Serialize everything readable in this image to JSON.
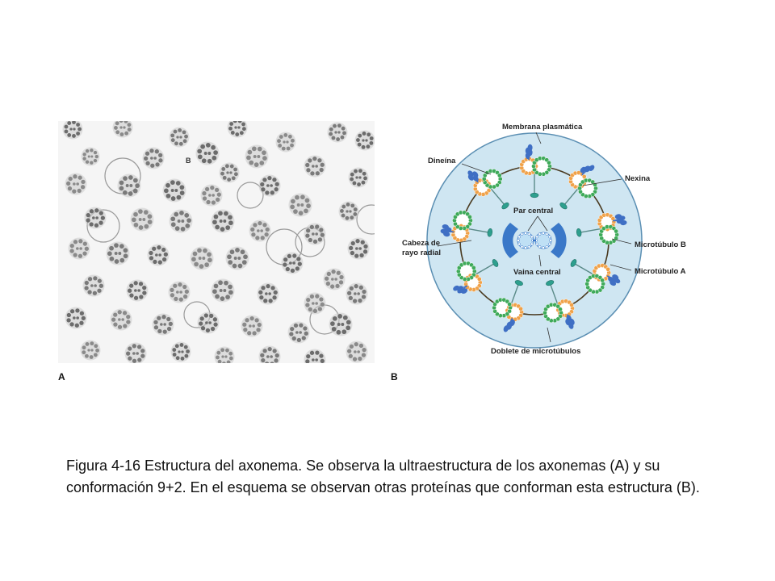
{
  "panel_a": {
    "label": "A",
    "inset_label": "B",
    "cross_sections": [
      [
        18,
        10,
        11
      ],
      [
        80,
        8,
        11
      ],
      [
        150,
        20,
        11
      ],
      [
        222,
        8,
        11
      ],
      [
        282,
        26,
        11
      ],
      [
        346,
        14,
        11
      ],
      [
        380,
        24,
        11
      ],
      [
        40,
        44,
        10
      ],
      [
        118,
        46,
        12
      ],
      [
        185,
        40,
        13
      ],
      [
        246,
        44,
        13
      ],
      [
        318,
        56,
        12
      ],
      [
        372,
        70,
        11
      ],
      [
        22,
        78,
        12
      ],
      [
        88,
        80,
        13
      ],
      [
        144,
        86,
        13
      ],
      [
        190,
        92,
        12
      ],
      [
        212,
        64,
        11
      ],
      [
        262,
        80,
        12
      ],
      [
        300,
        104,
        13
      ],
      [
        360,
        112,
        11
      ],
      [
        46,
        120,
        12
      ],
      [
        104,
        122,
        13
      ],
      [
        152,
        124,
        13
      ],
      [
        204,
        124,
        13
      ],
      [
        250,
        136,
        12
      ],
      [
        318,
        140,
        12
      ],
      [
        372,
        158,
        12
      ],
      [
        26,
        158,
        12
      ],
      [
        74,
        164,
        13
      ],
      [
        124,
        166,
        12
      ],
      [
        178,
        170,
        13
      ],
      [
        222,
        170,
        13
      ],
      [
        290,
        176,
        12
      ],
      [
        342,
        196,
        12
      ],
      [
        44,
        204,
        12
      ],
      [
        98,
        210,
        12
      ],
      [
        150,
        212,
        12
      ],
      [
        204,
        210,
        13
      ],
      [
        260,
        214,
        12
      ],
      [
        318,
        226,
        12
      ],
      [
        370,
        214,
        12
      ],
      [
        22,
        244,
        12
      ],
      [
        78,
        246,
        12
      ],
      [
        130,
        252,
        12
      ],
      [
        186,
        250,
        12
      ],
      [
        240,
        254,
        12
      ],
      [
        298,
        262,
        12
      ],
      [
        350,
        252,
        13
      ],
      [
        40,
        284,
        11
      ],
      [
        96,
        288,
        12
      ],
      [
        152,
        286,
        11
      ],
      [
        206,
        292,
        11
      ],
      [
        262,
        292,
        12
      ],
      [
        318,
        296,
        12
      ],
      [
        370,
        286,
        12
      ]
    ],
    "rings": [
      [
        80,
        68,
        22
      ],
      [
        280,
        156,
        22
      ],
      [
        312,
        150,
        18
      ],
      [
        56,
        130,
        20
      ],
      [
        330,
        246,
        18
      ],
      [
        238,
        92,
        16
      ],
      [
        172,
        240,
        16
      ],
      [
        388,
        122,
        18
      ]
    ]
  },
  "panel_b": {
    "label": "B",
    "callouts": {
      "membrana": "Membrana plasmática",
      "dineina": "Dineína",
      "nexina": "Nexina",
      "par_central": "Par central",
      "cabeza_1": "Cabeza de",
      "cabeza_2": "rayo radial",
      "microtubulo_b": "Microtúbulo B",
      "microtubulo_a": "Microtúbulo A",
      "vaina_central": "Vaina central",
      "doblete": "Doblete de microtúbulos"
    },
    "colors": {
      "membrane_fill": "#cfe6f2",
      "membrane_stroke": "#5b8fb3",
      "tubule_a": "#f0a24a",
      "tubule_b": "#3faa5a",
      "dynein": "#3f6fc4",
      "spoke_head": "#2e9f8e",
      "central_sheath": "#3a78c8",
      "central_pair": "#bfe0f5",
      "nexin": "#4a3a20"
    }
  },
  "caption": "Figura 4-16 Estructura del axonema. Se observa la ultraestructura de los axonemas (A) y su conformación 9+2. En el esquema se observan otras proteínas que conforman esta estructura (B)."
}
